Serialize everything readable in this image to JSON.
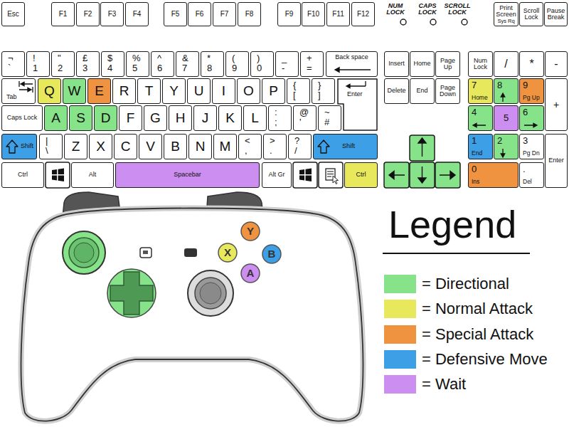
{
  "diagram": {
    "nodes": [
      {
        "text": [
          "Esc"
        ]
      },
      {
        "text": [
          "F1"
        ]
      },
      {
        "text": [
          "F2"
        ]
      },
      {
        "text": [
          "F3"
        ]
      },
      {
        "text": [
          "F4"
        ]
      },
      {
        "text": [
          "F5"
        ]
      },
      {
        "text": [
          "F6"
        ]
      },
      {
        "text": [
          "F7"
        ]
      },
      {
        "text": [
          "F8"
        ]
      },
      {
        "text": [
          "F9"
        ]
      },
      {
        "text": [
          "F10"
        ]
      },
      {
        "text": [
          "F11"
        ]
      },
      {
        "text": [
          "F12"
        ]
      },
      {
        "text": [
          "Print Screen",
          "Sys Rq"
        ]
      },
      {
        "text": [
          "Scroll Lock"
        ]
      },
      {
        "text": [
          "Pause Break"
        ]
      },
      {
        "text": [
          "¬",
          "`"
        ]
      },
      {
        "text": [
          "!",
          "1"
        ]
      },
      {
        "text": [
          "\"",
          "2"
        ]
      },
      {
        "text": [
          "£",
          "3"
        ]
      },
      {
        "text": [
          "$",
          "4"
        ]
      },
      {
        "text": [
          "%",
          "5"
        ]
      },
      {
        "text": [
          "^",
          "6"
        ]
      },
      {
        "text": [
          "&",
          "7"
        ]
      },
      {
        "text": [
          "*",
          "8"
        ]
      },
      {
        "text": [
          "(",
          "9"
        ]
      },
      {
        "text": [
          ")",
          "0"
        ]
      },
      {
        "text": [
          "_",
          "-"
        ]
      },
      {
        "text": [
          "+",
          "="
        ]
      },
      {
        "text": [
          "Back space"
        ]
      },
      {
        "text": [
          "Insert"
        ]
      },
      {
        "text": [
          "Home"
        ]
      },
      {
        "text": [
          "Page Up"
        ]
      },
      {
        "text": [
          "Num Lock"
        ]
      },
      {
        "text": [
          "/"
        ]
      },
      {
        "text": [
          "*"
        ]
      },
      {
        "text": [
          "-"
        ]
      },
      {
        "text": [
          "Tab"
        ]
      },
      {
        "text": [
          "Q"
        ]
      },
      {
        "text": [
          "W"
        ]
      },
      {
        "text": [
          "E"
        ]
      },
      {
        "text": [
          "R"
        ]
      },
      {
        "text": [
          "T"
        ]
      },
      {
        "text": [
          "Y"
        ]
      },
      {
        "text": [
          "U"
        ]
      },
      {
        "text": [
          "I"
        ]
      },
      {
        "text": [
          "O"
        ]
      },
      {
        "text": [
          "P"
        ]
      },
      {
        "text": [
          "{",
          "["
        ]
      },
      {
        "text": [
          "}",
          "]"
        ]
      },
      {
        "text": [
          "Enter"
        ]
      },
      {
        "text": [
          "Delete"
        ]
      },
      {
        "text": [
          "End"
        ]
      },
      {
        "text": [
          "Page Down"
        ]
      },
      {
        "text": [
          "7",
          "Home"
        ]
      },
      {
        "text": [
          "8"
        ]
      },
      {
        "text": [
          "9",
          "Pg Up"
        ]
      },
      {
        "text": [
          "+"
        ]
      },
      {
        "text": [
          "Caps Lock"
        ]
      },
      {
        "text": [
          "A"
        ]
      },
      {
        "text": [
          "S"
        ]
      },
      {
        "text": [
          "D"
        ]
      },
      {
        "text": [
          "F"
        ]
      },
      {
        "text": [
          "G"
        ]
      },
      {
        "text": [
          "H"
        ]
      },
      {
        "text": [
          "J"
        ]
      },
      {
        "text": [
          "K"
        ]
      },
      {
        "text": [
          "L"
        ]
      },
      {
        "text": [
          ":",
          ";"
        ]
      },
      {
        "text": [
          "@",
          "'"
        ]
      },
      {
        "text": [
          "~",
          "#"
        ]
      },
      {
        "text": [
          "4"
        ]
      },
      {
        "text": [
          "5"
        ]
      },
      {
        "text": [
          "6"
        ]
      },
      {
        "text": [
          "Shift"
        ]
      },
      {
        "text": [
          "|",
          "\\"
        ]
      },
      {
        "text": [
          "Z"
        ]
      },
      {
        "text": [
          "X"
        ]
      },
      {
        "text": [
          "C"
        ]
      },
      {
        "text": [
          "V"
        ]
      },
      {
        "text": [
          "B"
        ]
      },
      {
        "text": [
          "N"
        ]
      },
      {
        "text": [
          "M"
        ]
      },
      {
        "text": [
          "<",
          ","
        ]
      },
      {
        "text": [
          ">",
          "."
        ]
      },
      {
        "text": [
          "?",
          "/"
        ]
      },
      {
        "text": [
          "Shift"
        ]
      },
      {
        "text": [
          "1",
          "End"
        ]
      },
      {
        "text": [
          "2"
        ]
      },
      {
        "text": [
          "3",
          "Pg Dn"
        ]
      },
      {
        "text": [
          "Enter"
        ]
      },
      {
        "text": [
          "Ctrl"
        ]
      },
      {
        "text": [
          "Alt"
        ]
      },
      {
        "text": [
          "Spacebar"
        ]
      },
      {
        "text": [
          "Alt Gr"
        ]
      },
      {
        "text": [
          "Ctrl"
        ]
      },
      {
        "text": [
          "0",
          "Ins"
        ]
      },
      {
        "text": [
          ".",
          "Del"
        ]
      },
      {
        "text": [
          "Y"
        ]
      },
      {
        "text": [
          "X"
        ]
      },
      {
        "text": [
          "B"
        ]
      },
      {
        "text": [
          "A"
        ]
      }
    ],
    "labels": [
      "NUM LOCK",
      "CAPS LOCK",
      "SCROLL LOCK",
      "Legend"
    ],
    "legend": [
      {
        "text": "= Directional",
        "color": "#86e38a"
      },
      {
        "text": "= Normal Attack",
        "color": "#e8e85c"
      },
      {
        "text": "= Special Attack",
        "color": "#ef9340"
      },
      {
        "text": "= Defensive Move",
        "color": "#3d9fe6"
      },
      {
        "text": "= Wait",
        "color": "#cc8ef0"
      }
    ]
  }
}
